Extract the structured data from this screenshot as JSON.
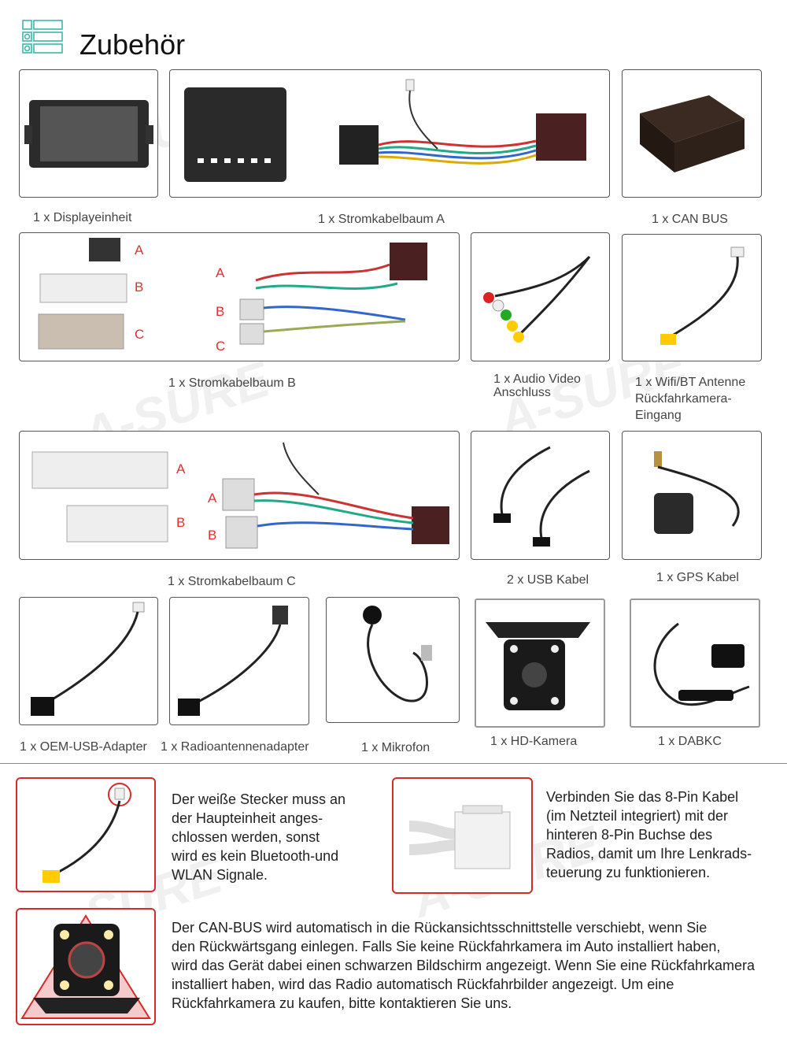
{
  "header": {
    "title": "Zubehör"
  },
  "watermark": "A-SURE",
  "items": [
    {
      "caption": "1 x Displayeinheit"
    },
    {
      "caption": "1 x Stromkabelbaum A"
    },
    {
      "caption": "1 x CAN BUS"
    },
    {
      "caption": "1 x Stromkabelbaum B",
      "labels": [
        "A",
        "B",
        "C",
        "A",
        "B",
        "C"
      ]
    },
    {
      "caption_lines": [
        "1 x Audio Video",
        "Anschluss"
      ]
    },
    {
      "caption_lines": [
        "1 x Wifi/BT Antenne",
        "Rückfahrkamera-",
        "Eingang"
      ]
    },
    {
      "caption": "1 x Stromkabelbaum C",
      "labels": [
        "A",
        "B",
        "A",
        "B"
      ]
    },
    {
      "caption": "2 x USB Kabel"
    },
    {
      "caption": "1 x GPS Kabel"
    },
    {
      "caption": "1 x OEM-USB-Adapter"
    },
    {
      "caption": "1 x Radioantennenadapter"
    },
    {
      "caption": "1 x Mikrofon"
    },
    {
      "caption": "1 x HD-Kamera"
    },
    {
      "caption": "1 x DABKC"
    }
  ],
  "notes": [
    {
      "lines": [
        "Der weiße Stecker muss an",
        "der Haupteinheit anges-",
        "chlossen werden, sonst",
        "wird es kein Bluetooth-und",
        "WLAN Signale."
      ]
    },
    {
      "lines": [
        "Verbinden Sie das 8-Pin Kabel",
        "(im Netzteil integriert) mit der",
        "hinteren 8-Pin Buchse des",
        "Radios, damit um Ihre Lenkrads-",
        "teuerung zu funktionieren."
      ]
    },
    {
      "lines": [
        "Der CAN-BUS wird automatisch in die Rückansichtsschnittstelle verschiebt, wenn Sie",
        "den Rückwärtsgang einlegen. Falls Sie keine Rückfahrkamera im Auto installiert haben,",
        "wird das Gerät dabei einen schwarzen Bildschirm angezeigt.  Wenn Sie eine Rückfahrkamera",
        "installiert haben, wird das Radio automatisch Rückfahrbilder angezeigt. Um eine",
        "Rückfahrkamera zu kaufen, bitte kontaktieren Sie uns."
      ]
    }
  ]
}
